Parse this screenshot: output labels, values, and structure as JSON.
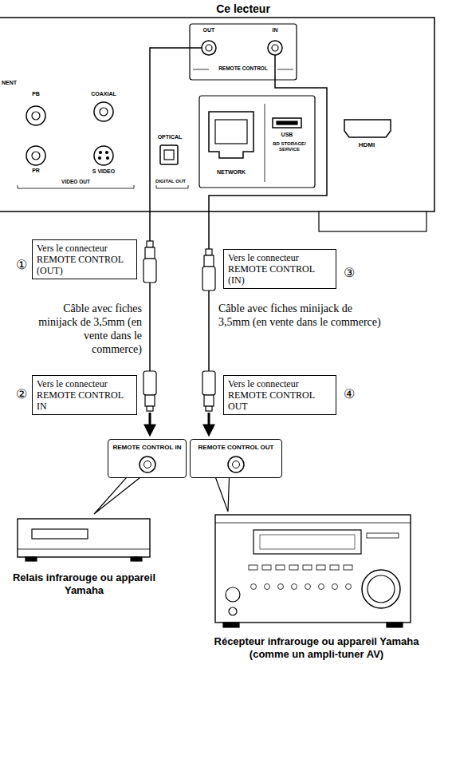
{
  "diagram": {
    "title": "Ce lecteur",
    "nodes": [
      {
        "text": [
          "Vers le connecteur REMOTE CONTROL (OUT)"
        ]
      },
      {
        "text": [
          "Vers le connecteur REMOTE CONTROL IN"
        ]
      },
      {
        "text": [
          "Vers le connecteur REMOTE CONTROL (IN)"
        ]
      },
      {
        "text": [
          "Vers le connecteur REMOTE CONTROL OUT"
        ]
      },
      {
        "text": [
          "REMOTE CONTROL IN"
        ]
      },
      {
        "text": [
          "REMOTE CONTROL OUT"
        ]
      }
    ],
    "labels": [
      "OUT",
      "IN",
      "REMOTE CONTROL",
      "NENT",
      "PB",
      "PR",
      "COAXIAL",
      "S VIDEO",
      "OPTICAL",
      "VIDEO OUT",
      "DIGITAL OUT",
      "NETWORK",
      "USB",
      "BD STORAGE/ SERVICE",
      "HDMI",
      "①",
      "②",
      "③",
      "④",
      "Câble avec fiches minijack de 3,5mm (en vente dans le commerce)",
      "Câble avec fiches minijack de 3,5mm (en vente dans le commerce)",
      "Relais infrarouge ou appareil Yamaha",
      "Récepteur infrarouge ou appareil Yamaha (comme un ampli-tuner AV)"
    ]
  }
}
